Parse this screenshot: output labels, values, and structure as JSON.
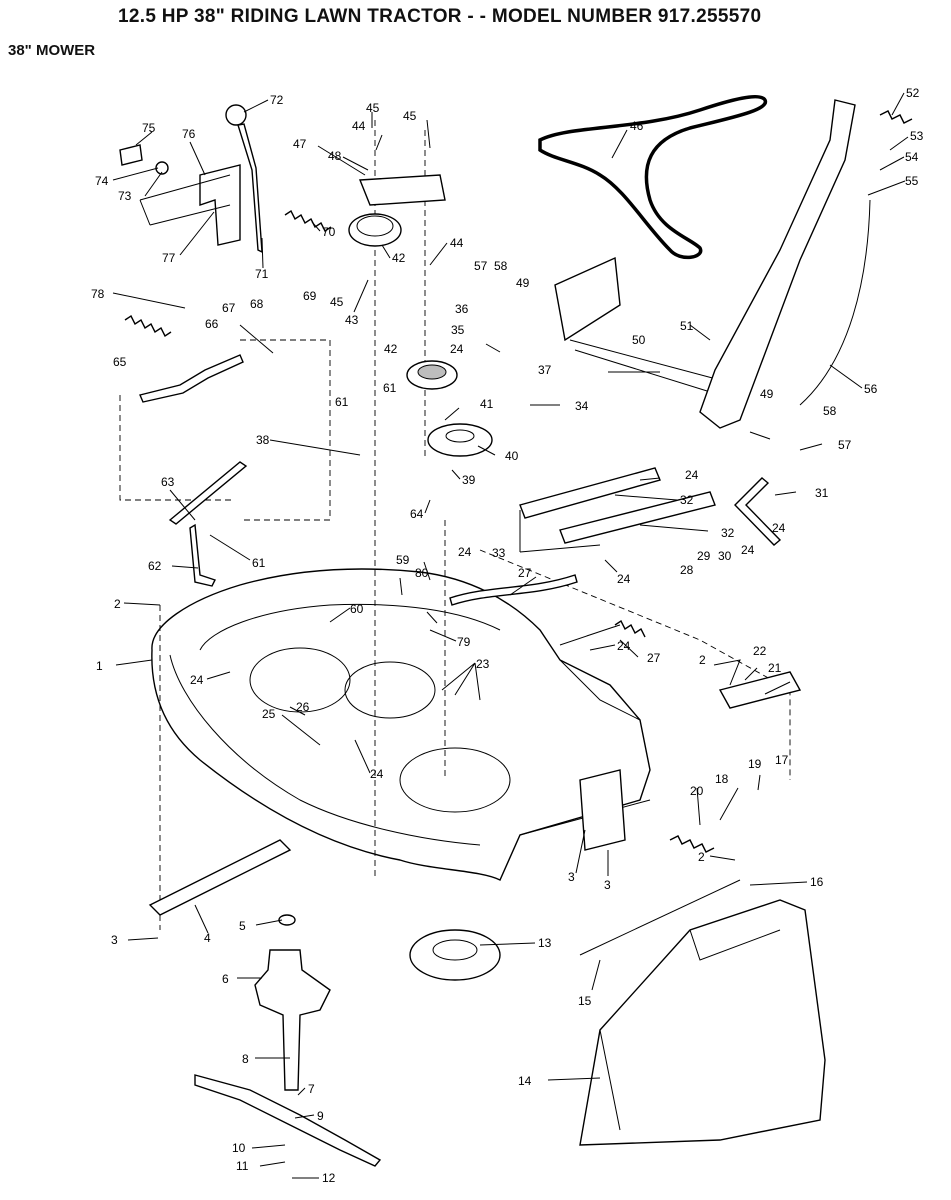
{
  "header": {
    "title": "12.5 HP 38\" RIDING LAWN TRACTOR - - MODEL NUMBER 917.255570",
    "subtitle": "38\" MOWER"
  },
  "callouts": [
    {
      "id": "c72",
      "label": "72"
    },
    {
      "id": "c75",
      "label": "75"
    },
    {
      "id": "c76",
      "label": "76"
    },
    {
      "id": "c74",
      "label": "74"
    },
    {
      "id": "c73",
      "label": "73"
    },
    {
      "id": "c77",
      "label": "77"
    },
    {
      "id": "c71",
      "label": "71"
    },
    {
      "id": "c70",
      "label": "70"
    },
    {
      "id": "c69",
      "label": "69"
    },
    {
      "id": "c45a",
      "label": "45"
    },
    {
      "id": "c44a",
      "label": "44"
    },
    {
      "id": "c45b",
      "label": "45"
    },
    {
      "id": "c47",
      "label": "47"
    },
    {
      "id": "c48",
      "label": "48"
    },
    {
      "id": "c42a",
      "label": "42"
    },
    {
      "id": "c44b",
      "label": "44"
    },
    {
      "id": "c43",
      "label": "43"
    },
    {
      "id": "c45c",
      "label": "45"
    },
    {
      "id": "c46",
      "label": "46"
    },
    {
      "id": "c52",
      "label": "52"
    },
    {
      "id": "c53",
      "label": "53"
    },
    {
      "id": "c54",
      "label": "54"
    },
    {
      "id": "c55",
      "label": "55"
    },
    {
      "id": "c56",
      "label": "56"
    },
    {
      "id": "c78",
      "label": "78"
    },
    {
      "id": "c67",
      "label": "67"
    },
    {
      "id": "c68",
      "label": "68"
    },
    {
      "id": "c66",
      "label": "66"
    },
    {
      "id": "c65",
      "label": "65"
    },
    {
      "id": "c57a",
      "label": "57"
    },
    {
      "id": "c58a",
      "label": "58"
    },
    {
      "id": "c49a",
      "label": "49"
    },
    {
      "id": "c36",
      "label": "36"
    },
    {
      "id": "c35",
      "label": "35"
    },
    {
      "id": "c24a",
      "label": "24"
    },
    {
      "id": "c37",
      "label": "37"
    },
    {
      "id": "c42b",
      "label": "42"
    },
    {
      "id": "c51",
      "label": "51"
    },
    {
      "id": "c50",
      "label": "50"
    },
    {
      "id": "c34",
      "label": "34"
    },
    {
      "id": "c41",
      "label": "41"
    },
    {
      "id": "c61a",
      "label": "61"
    },
    {
      "id": "c61b",
      "label": "61"
    },
    {
      "id": "c38",
      "label": "38"
    },
    {
      "id": "c40",
      "label": "40"
    },
    {
      "id": "c39",
      "label": "39"
    },
    {
      "id": "c49b",
      "label": "49"
    },
    {
      "id": "c58b",
      "label": "58"
    },
    {
      "id": "c57b",
      "label": "57"
    },
    {
      "id": "c24b",
      "label": "24"
    },
    {
      "id": "c32a",
      "label": "32"
    },
    {
      "id": "c31",
      "label": "31"
    },
    {
      "id": "c24c",
      "label": "24"
    },
    {
      "id": "c32b",
      "label": "32"
    },
    {
      "id": "c63",
      "label": "63"
    },
    {
      "id": "c64",
      "label": "64"
    },
    {
      "id": "c33",
      "label": "33"
    },
    {
      "id": "c24d",
      "label": "24"
    },
    {
      "id": "c29",
      "label": "29"
    },
    {
      "id": "c30",
      "label": "30"
    },
    {
      "id": "c24e",
      "label": "24"
    },
    {
      "id": "c61c",
      "label": "61"
    },
    {
      "id": "c62",
      "label": "62"
    },
    {
      "id": "c59",
      "label": "59"
    },
    {
      "id": "c80",
      "label": "80"
    },
    {
      "id": "c24f",
      "label": "24"
    },
    {
      "id": "c27a",
      "label": "27"
    },
    {
      "id": "c28",
      "label": "28"
    },
    {
      "id": "c24g",
      "label": "24"
    },
    {
      "id": "c2a",
      "label": "2"
    },
    {
      "id": "c60",
      "label": "60"
    },
    {
      "id": "c79",
      "label": "79"
    },
    {
      "id": "c24h",
      "label": "24"
    },
    {
      "id": "c27b",
      "label": "27"
    },
    {
      "id": "c2b",
      "label": "2"
    },
    {
      "id": "c22",
      "label": "22"
    },
    {
      "id": "c1",
      "label": "1"
    },
    {
      "id": "c23",
      "label": "23"
    },
    {
      "id": "c21",
      "label": "21"
    },
    {
      "id": "c24i",
      "label": "24"
    },
    {
      "id": "c26",
      "label": "26"
    },
    {
      "id": "c25",
      "label": "25"
    },
    {
      "id": "c24j",
      "label": "24"
    },
    {
      "id": "c19",
      "label": "19"
    },
    {
      "id": "c17",
      "label": "17"
    },
    {
      "id": "c18",
      "label": "18"
    },
    {
      "id": "c20",
      "label": "20"
    },
    {
      "id": "c2c",
      "label": "2"
    },
    {
      "id": "c3a",
      "label": "3"
    },
    {
      "id": "c3b",
      "label": "3"
    },
    {
      "id": "c16",
      "label": "16"
    },
    {
      "id": "c3c",
      "label": "3"
    },
    {
      "id": "c4",
      "label": "4"
    },
    {
      "id": "c5",
      "label": "5"
    },
    {
      "id": "c13",
      "label": "13"
    },
    {
      "id": "c6",
      "label": "6"
    },
    {
      "id": "c15",
      "label": "15"
    },
    {
      "id": "c8",
      "label": "8"
    },
    {
      "id": "c14",
      "label": "14"
    },
    {
      "id": "c7",
      "label": "7"
    },
    {
      "id": "c9",
      "label": "9"
    },
    {
      "id": "c10",
      "label": "10"
    },
    {
      "id": "c11",
      "label": "11"
    },
    {
      "id": "c12",
      "label": "12"
    }
  ]
}
